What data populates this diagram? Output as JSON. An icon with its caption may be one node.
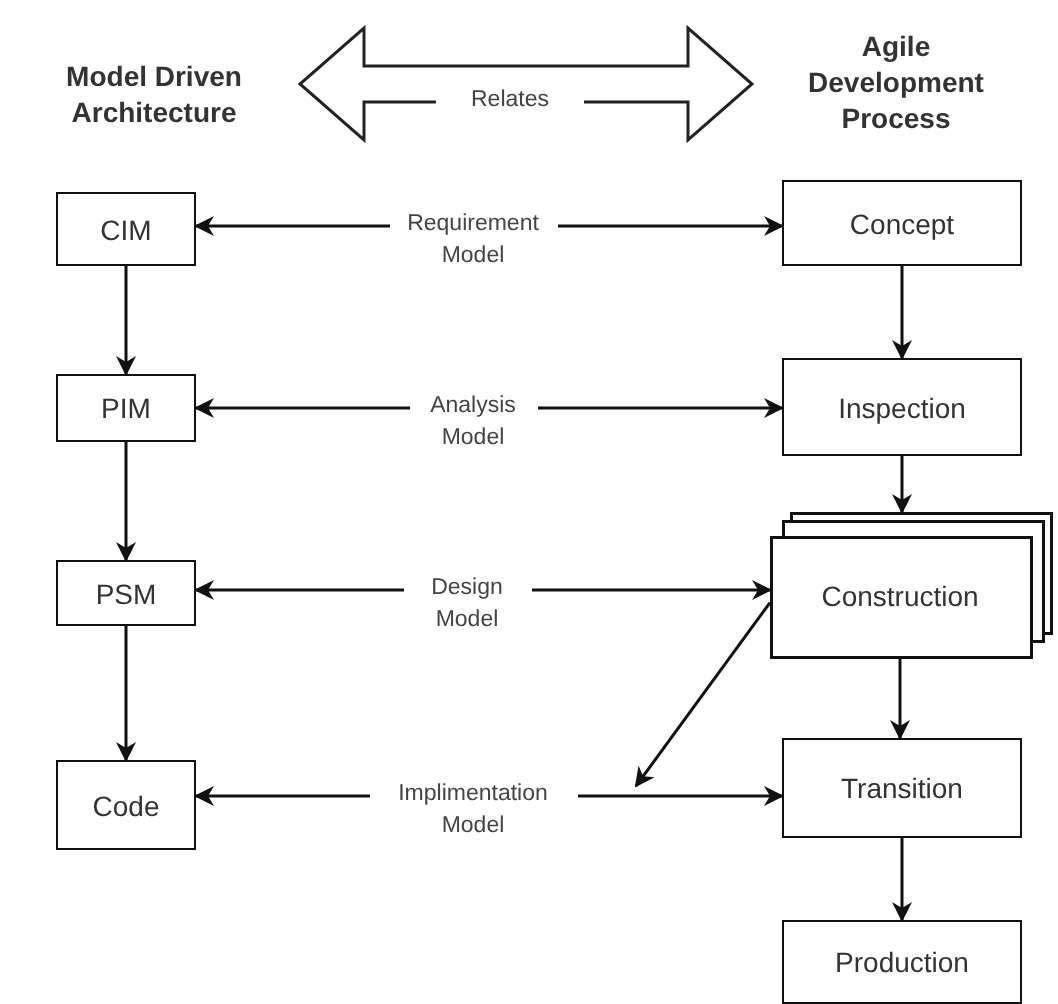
{
  "diagram": {
    "nodes": [
      {
        "text": [
          "Model Driven Architecture"
        ]
      },
      {
        "text": [
          "Agile Development Process"
        ]
      },
      {
        "text": [
          "CIM"
        ]
      },
      {
        "text": [
          "PIM"
        ]
      },
      {
        "text": [
          "PSM"
        ]
      },
      {
        "text": [
          "Code"
        ]
      },
      {
        "text": [
          "Concept"
        ]
      },
      {
        "text": [
          "Inspection"
        ]
      },
      {
        "text": [
          "Construction"
        ]
      },
      {
        "text": [
          "Transition"
        ]
      },
      {
        "text": [
          "Production"
        ]
      }
    ],
    "edges": [
      {
        "from": 0,
        "to": 1,
        "arrow": "both",
        "label": "Relates",
        "style": "thick"
      },
      {
        "from": 2,
        "to": 6,
        "arrow": "both",
        "label": "Requirement Model"
      },
      {
        "from": 3,
        "to": 7,
        "arrow": "both",
        "label": "Analysis Model"
      },
      {
        "from": 4,
        "to": 8,
        "arrow": "both",
        "label": "Design Model"
      },
      {
        "from": 5,
        "to": 9,
        "arrow": "both",
        "label": "Implimentation Model"
      },
      {
        "from": 8,
        "to": null,
        "arrow": "to"
      },
      {
        "from": 2,
        "to": 3,
        "arrow": "to"
      },
      {
        "from": 3,
        "to": 4,
        "arrow": "to"
      },
      {
        "from": 4,
        "to": 5,
        "arrow": "to"
      },
      {
        "from": 6,
        "to": 7,
        "arrow": "to"
      },
      {
        "from": 7,
        "to": 8,
        "arrow": "to"
      },
      {
        "from": 8,
        "to": 9,
        "arrow": "to"
      },
      {
        "from": 9,
        "to": 10,
        "arrow": "to"
      }
    ]
  }
}
